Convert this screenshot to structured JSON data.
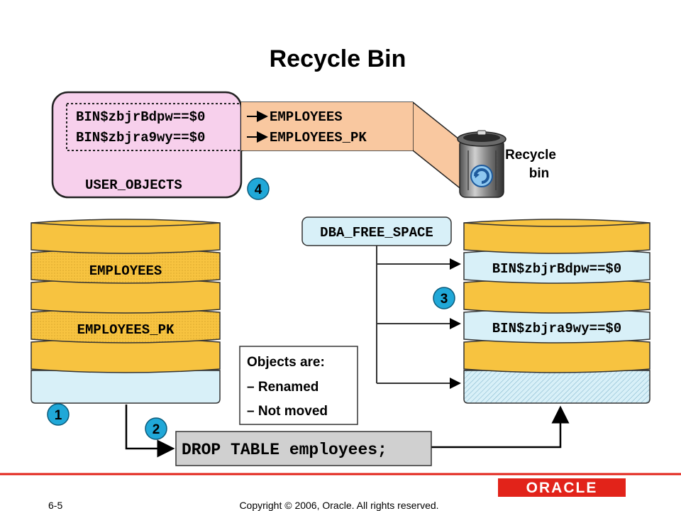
{
  "title": "Recycle Bin",
  "user_objects": {
    "label": "USER_OBJECTS",
    "rows": [
      {
        "bin_name": "BIN$zbjrBdpw==$0",
        "original_name": "EMPLOYEES"
      },
      {
        "bin_name": "BIN$zbjra9wy==$0",
        "original_name": "EMPLOYEES_PK"
      }
    ]
  },
  "recycle_bin_label_line1": "Recycle",
  "recycle_bin_label_line2": "bin",
  "left_cylinder": {
    "layers": [
      "",
      "EMPLOYEES",
      "",
      "EMPLOYEES_PK",
      "",
      ""
    ]
  },
  "right_cylinder": {
    "layers": [
      "",
      "BIN$zbjrBdpw==$0",
      "",
      "BIN$zbjra9wy==$0",
      "",
      ""
    ]
  },
  "dba_free_space": "DBA_FREE_SPACE",
  "step_badges": [
    "1",
    "2",
    "3",
    "4"
  ],
  "objects_box": {
    "heading": "Objects are:",
    "items": [
      "– Renamed",
      "– Not moved"
    ]
  },
  "command": "DROP TABLE employees;",
  "footer": {
    "page": "6-5",
    "copyright": "Copyright © 2006, Oracle. All rights reserved.",
    "logo": "ORACLE"
  },
  "colors": {
    "gold": "#f7c340",
    "light_blue": "#d8f0f8",
    "peach": "#f9c8a0",
    "pink": "#f7d0ec",
    "badge": "#20a8d8",
    "oracle_red": "#e2231a"
  }
}
